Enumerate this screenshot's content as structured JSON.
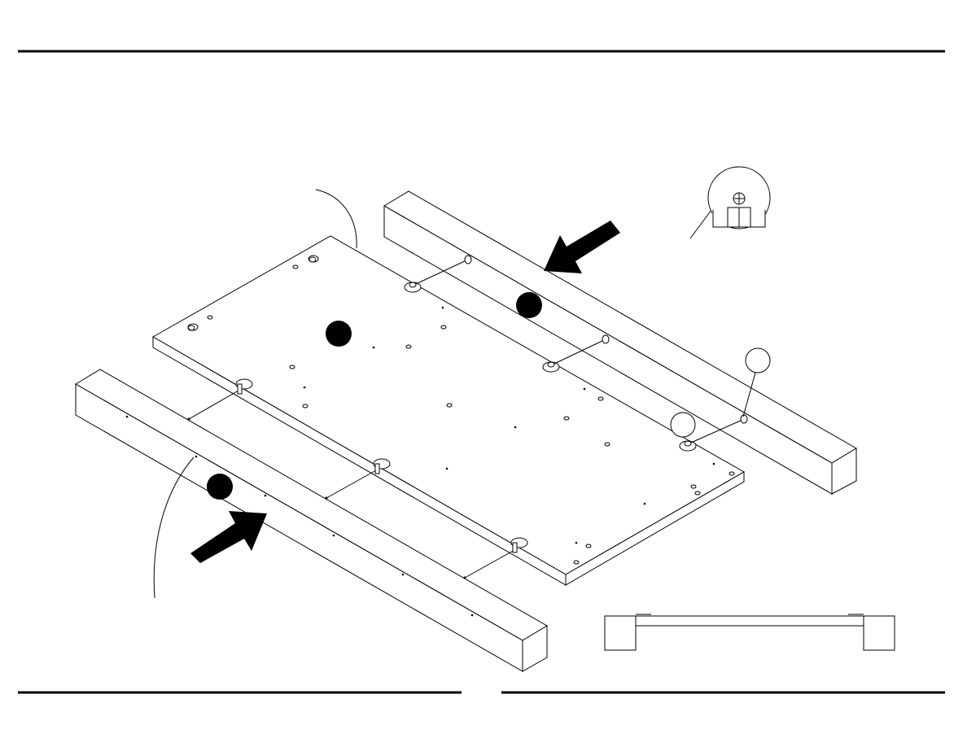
{
  "page": {
    "background": "#ffffff",
    "line_color": "#000000"
  },
  "diagram": {
    "step_number_badges": [
      {
        "name": "part-badge-panel",
        "label": ""
      },
      {
        "name": "part-badge-back-rail",
        "label": ""
      },
      {
        "name": "part-badge-front-rail",
        "label": ""
      }
    ],
    "hardware_callouts": [
      {
        "name": "hardware-callout-upper",
        "label": ""
      },
      {
        "name": "hardware-callout-lower",
        "label": ""
      }
    ],
    "direction_arrows": [
      "push-arrow-back-rail",
      "push-arrow-front-rail"
    ],
    "detail_inset": {
      "icon": "cam-lock-detail-icon"
    },
    "side_view": {
      "icon": "side-view-icon"
    }
  }
}
